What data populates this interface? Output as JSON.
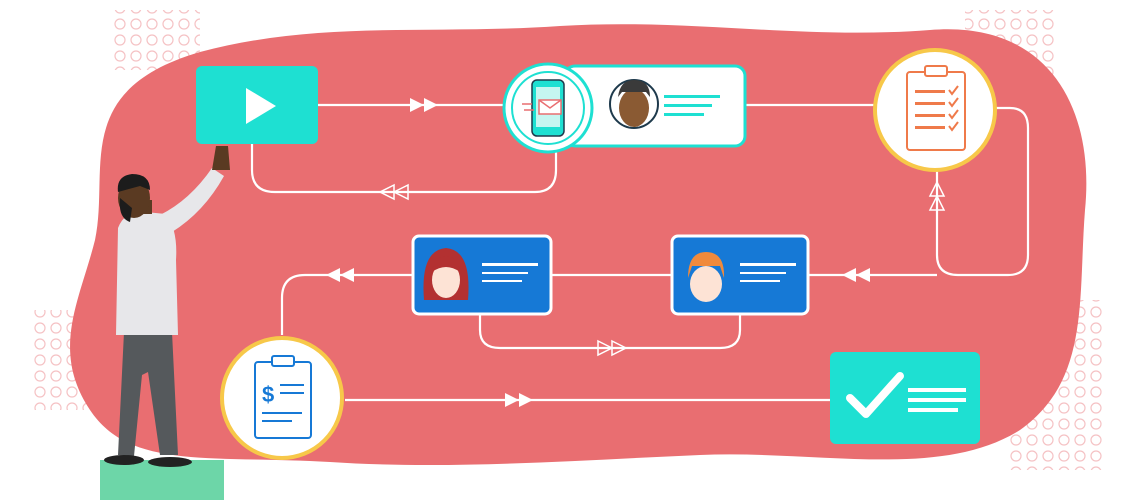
{
  "title": "",
  "colors": {
    "background_blob": "#e96e71",
    "connector": "#ffffff",
    "play_card": "#1ee0d2",
    "blue_card": "#1679d6",
    "white_card": "#ffffff",
    "card_border": "#1ee0d2",
    "circle_border": "#f7c849",
    "done_card": "#1ee0d2",
    "pedestal": "#6dd6a8",
    "dot_pattern": "#f3b3b5"
  },
  "nodes": [
    {
      "name": "start-video-node",
      "icon": "play-icon"
    },
    {
      "name": "email-notification-node",
      "icon": "mobile-email-icon"
    },
    {
      "name": "contact-card-node",
      "icon": "male-avatar-icon"
    },
    {
      "name": "checklist-node",
      "icon": "clipboard-checklist-icon"
    },
    {
      "name": "redhead-profile-node",
      "icon": "male-redhead-avatar-icon"
    },
    {
      "name": "female-profile-node",
      "icon": "female-avatar-icon"
    },
    {
      "name": "invoice-node",
      "icon": "clipboard-dollar-icon"
    },
    {
      "name": "completed-node",
      "icon": "checkmark-icon"
    }
  ],
  "figure": {
    "name": "person-pointing",
    "icon": "person-icon"
  }
}
